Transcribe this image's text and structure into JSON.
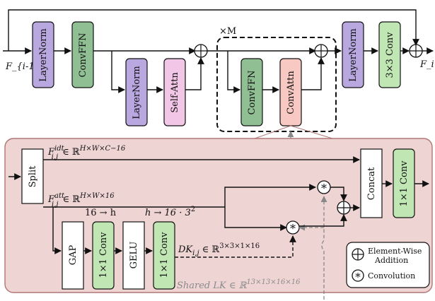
{
  "colors": {
    "layernorm": "#b9a7e0",
    "convffn": "#8fbf93",
    "selfattn": "#f1c6e6",
    "convattn": "#f8c8c2",
    "conv": "#bfe6b3",
    "panel_fill": "#efd4d4",
    "panel_stroke": "#b07676",
    "white_block": "#ffffff"
  },
  "top": {
    "input_label": "F_{i-1}",
    "output_label": "F_i",
    "repeat_label": "×M",
    "blocks": {
      "ln1": "LayerNorm",
      "ffn1": "ConvFFN",
      "ln2": "LayerNorm",
      "selfattn": "Self-Attn",
      "ffn2": "ConvFFN",
      "convattn": "ConvAttn",
      "ln3": "LayerNorm",
      "conv3": "3×3 Conv"
    }
  },
  "detail": {
    "split": "Split",
    "concat": "Concat",
    "conv_out": "1×1 Conv",
    "gap": "GAP",
    "conv_a": "1×1 Conv",
    "gelu": "GELU",
    "conv_b": "1×1 Conv",
    "fidt_label": "F",
    "fidt_sup": "idt",
    "fidt_sub": "i,j",
    "fidt_dims": "∈ ℝ",
    "fidt_exp": "H×W×C−16",
    "fatt_label": "F",
    "fatt_sup": "att",
    "fatt_sub": "i,j",
    "fatt_dims": "∈ ℝ",
    "fatt_exp": "H×W×16",
    "ch_a": "16 → h",
    "ch_b": "h → 16 · 3",
    "ch_b_exp": "2",
    "dk_label": "DK",
    "dk_sub": "i,j",
    "dk_dims": "∈ ℝ",
    "dk_exp": "3×3×1×16",
    "shared_label": "Shared LK ∈ ℝ",
    "shared_exp": "13×13×16×16"
  },
  "legend": {
    "add": "Element-Wise",
    "add2": "Addition",
    "conv": "Convolution"
  }
}
